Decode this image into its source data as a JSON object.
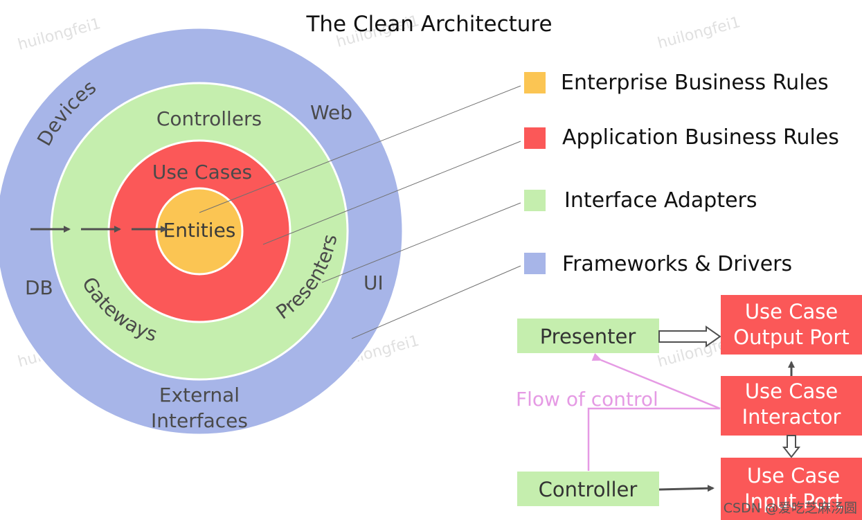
{
  "title": "The Clean Architecture",
  "colors": {
    "frameworks": "#a7b5e8",
    "interface_adapters": "#c5eeae",
    "application": "#fb5858",
    "enterprise": "#fbc553",
    "flow": "#e59ae4",
    "arrow": "#505050"
  },
  "rings": {
    "devices": "Devices",
    "web": "Web",
    "db": "DB",
    "ui": "UI",
    "external_line1": "External",
    "external_line2": "Interfaces",
    "controllers": "Controllers",
    "gateways": "Gateways",
    "presenters": "Presenters",
    "use_cases": "Use Cases",
    "entities": "Entities"
  },
  "legend": {
    "enterprise": "Enterprise Business Rules",
    "application": "Application Business Rules",
    "interface": "Interface Adapters",
    "frameworks": "Frameworks & Drivers"
  },
  "flow": {
    "presenter": "Presenter",
    "controller": "Controller",
    "output_port_line1": "Use Case",
    "output_port_line2": "Output Port",
    "interactor_line1": "Use Case",
    "interactor_line2": "Interactor",
    "input_port_line1": "Use Case",
    "input_port_line2": "Input Port",
    "flow_label": "Flow of control"
  },
  "watermark": "huilongfei1",
  "credit": "CSDN @爱吃芝麻汤圆"
}
